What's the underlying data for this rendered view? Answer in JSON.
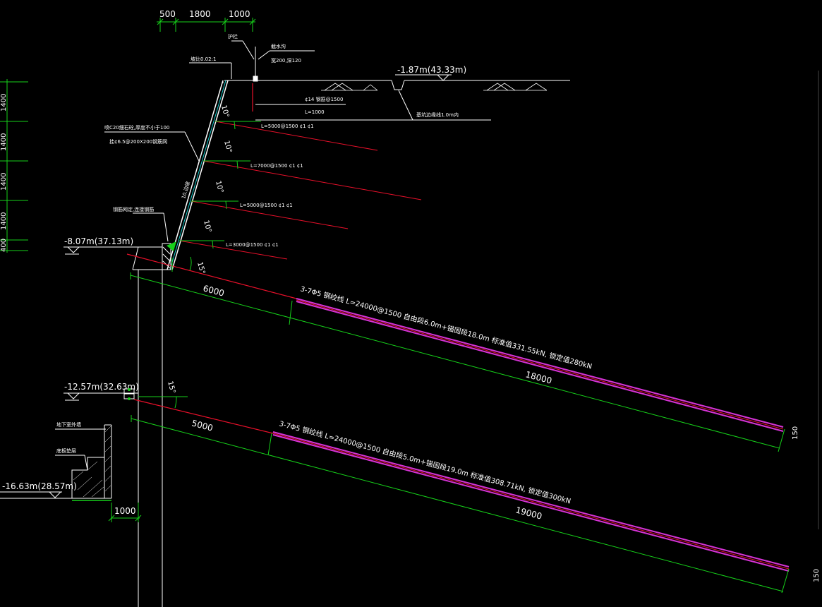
{
  "top_dims": [
    "500",
    "1800",
    "1000"
  ],
  "labels": {
    "railing": "护栏",
    "drain_ditch": "截水沟",
    "drain_ditch_size": "宽200,深120",
    "slope_ratio": "坡比0.02:1",
    "surface_level": "-1.87m(43.33m)",
    "top_nail": "¢14 钢筋@1500",
    "top_nail_len": "L=1000",
    "fence_note": "基坑边缘线1.0m内",
    "shotcrete1": "喷C20细石砼,厚度不小于100",
    "shotcrete2": "挂¢6.5@200X200钢筋网",
    "slope_text": "10.边坡",
    "waler_note": "钢筋网定,连接钢筋",
    "level_1": "-8.07m(37.13m)",
    "level_2": "-12.57m(32.63m)",
    "level_3": "-16.63m(28.57m)",
    "basement_wall": "地下室外墙",
    "cushion": "底板垫层",
    "dim_1000_bottom": "1000",
    "angle_10": "10°",
    "angle_15": "15°"
  },
  "nails": [
    {
      "label": "L=5000@1500 ¢1 ¢1"
    },
    {
      "label": "L=7000@1500 ¢1 ¢1"
    },
    {
      "label": "L=5000@1500 ¢1 ¢1"
    },
    {
      "label": "L=3000@1500 ¢1 ¢1"
    }
  ],
  "anchors": [
    {
      "label": "3-7Φ5 钢绞线  L=24000@1500   自由段6.0m+锚固段18.0m   标准值331.55kN, 锁定值280kN",
      "free_len": "6000",
      "bond_len": "18000",
      "end_dim": "150"
    },
    {
      "label": "3-7Φ5 钢绞线  L=24000@1500   自由段5.0m+锚固段19.0m   标准值308.71kN, 锁定值300kN",
      "free_len": "5000",
      "bond_len": "19000",
      "end_dim": "150"
    }
  ],
  "left_dims": [
    "1400",
    "1400",
    "1400",
    "1400",
    "400"
  ],
  "colors": {
    "background": "#000000",
    "wall": "#ffffff",
    "nail": "#e8102a",
    "anchor_bond": "#d633d6",
    "dimension": "#16d11a",
    "text": "#ffffff",
    "hatch": "#ffffff"
  }
}
